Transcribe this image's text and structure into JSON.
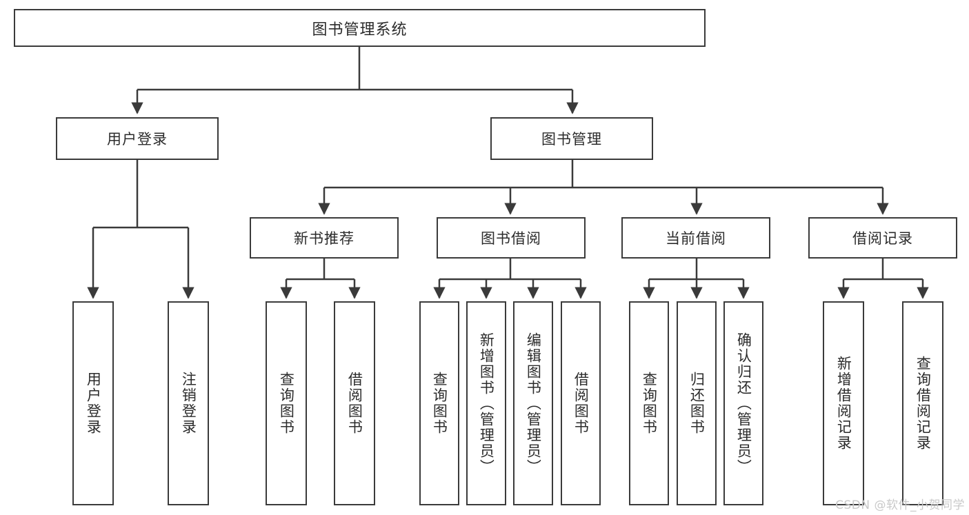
{
  "diagram": {
    "title": "图书管理系统",
    "type": "tree",
    "root": {
      "label": "图书管理系统"
    },
    "level2": [
      {
        "label": "用户登录"
      },
      {
        "label": "图书管理"
      }
    ],
    "level3": [
      {
        "label": "新书推荐"
      },
      {
        "label": "图书借阅"
      },
      {
        "label": "当前借阅"
      },
      {
        "label": "借阅记录"
      }
    ],
    "leaves": {
      "user_login": [
        {
          "label": "用户登录"
        },
        {
          "label": "注销登录"
        }
      ],
      "new_book_recommend": [
        {
          "label": "查询图书"
        },
        {
          "label": "借阅图书"
        }
      ],
      "book_borrow": [
        {
          "label": "查询图书"
        },
        {
          "label": "新增图书（管理员）"
        },
        {
          "label": "编辑图书（管理员）"
        },
        {
          "label": "借阅图书"
        }
      ],
      "current_borrow": [
        {
          "label": "查询图书"
        },
        {
          "label": "归还图书"
        },
        {
          "label": "确认归还（管理员）"
        }
      ],
      "borrow_record": [
        {
          "label": "新增借阅记录"
        },
        {
          "label": "查询借阅记录"
        }
      ]
    },
    "colors": {
      "stroke": "#3a3a3a",
      "fill": "#ffffff",
      "text": "#2b2b2b",
      "watermark": "#c9c9c9"
    }
  },
  "watermark": {
    "text": "CSDN @软件_小贺同学"
  }
}
